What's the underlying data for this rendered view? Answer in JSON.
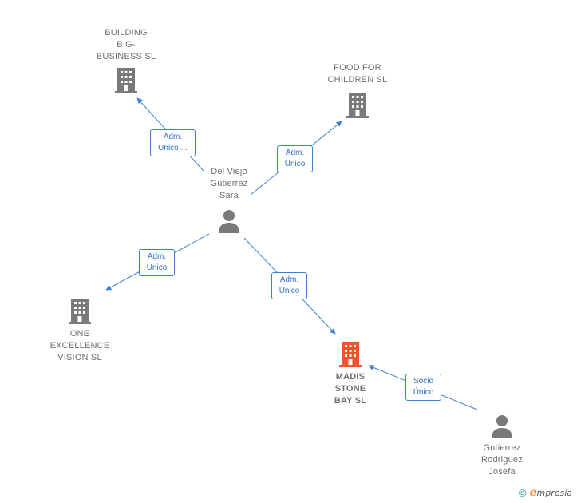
{
  "nodes": {
    "building_big_business": {
      "label": "BUILDING\nBIG-\nBUSINESS  SL",
      "type": "company"
    },
    "food_for_children": {
      "label": "FOOD FOR\nCHILDREN  SL",
      "type": "company"
    },
    "del_viejo": {
      "label": "Del Viejo\nGutierrez\nSara",
      "type": "person"
    },
    "one_excellence": {
      "label": "ONE\nEXCELLENCE\nVISION  SL",
      "type": "company"
    },
    "madis_stone": {
      "label": "MADIS\nSTONE\nBAY  SL",
      "type": "company-highlight"
    },
    "gutierrez_rodriguez": {
      "label": "Gutierrez\nRodriguez\nJosefa",
      "type": "person"
    }
  },
  "edges": {
    "e1": {
      "label": "Adm.\nUnico,..."
    },
    "e2": {
      "label": "Adm.\nUnico"
    },
    "e3": {
      "label": "Adm.\nUnico"
    },
    "e4": {
      "label": "Adm.\nUnico"
    },
    "e5": {
      "label": "Socio\nÚnico"
    }
  },
  "colors": {
    "company": "#7a7a7a",
    "highlight": "#f0552a",
    "person": "#7a7a7a",
    "edge": "#3d7fd1"
  },
  "icons": {
    "company": "building-icon",
    "person": "person-icon"
  },
  "brand": {
    "copyright": "©",
    "e": "e",
    "rest": "mpresia"
  }
}
